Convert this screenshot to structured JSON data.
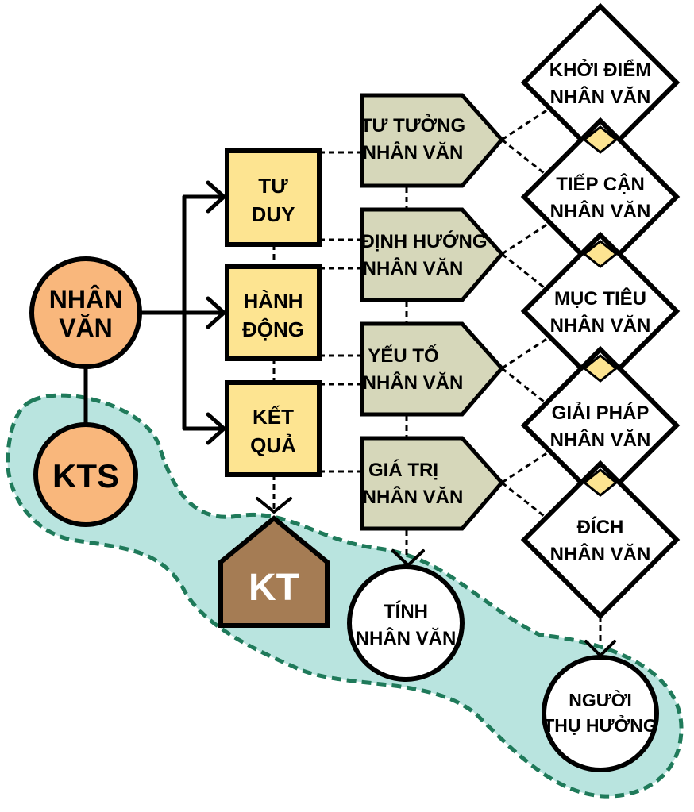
{
  "colors": {
    "background": "#ffffff",
    "region_fill": "#b9e4df",
    "region_border": "#1f7a5a",
    "circle_orange": "#f9b77c",
    "box_yellow": "#fde491",
    "pentagon_green": "#d6d7ba",
    "house_brown": "#a57c54",
    "diamond_small": "#fde491"
  },
  "nodes": {
    "nhan_van": [
      "NHÂN",
      "VĂN"
    ],
    "kts": "KTS",
    "kt": "KT",
    "boxes": [
      [
        "TƯ",
        "DUY"
      ],
      [
        "HÀNH",
        "ĐỘNG"
      ],
      [
        "KẾT",
        "QUẢ"
      ]
    ],
    "pentagons": [
      [
        "TƯ TƯỞNG",
        "NHÂN VĂN"
      ],
      [
        "ĐỊNH HƯỚNG",
        "NHÂN VĂN"
      ],
      [
        "YẾU TỐ",
        "NHÂN VĂN"
      ],
      [
        "GIÁ TRỊ",
        "NHÂN VĂN"
      ]
    ],
    "diamonds": [
      [
        "KHỞI ĐIỂM",
        "NHÂN VĂN"
      ],
      [
        "TIẾP CẬN",
        "NHÂN VĂN"
      ],
      [
        "MỤC TIÊU",
        "NHÂN VĂN"
      ],
      [
        "GIẢI PHÁP",
        "NHÂN VĂN"
      ],
      [
        "ĐÍCH",
        "NHÂN VĂN"
      ]
    ],
    "tinh_nhan_van": [
      "TÍNH",
      "NHÂN VĂN"
    ],
    "nguoi_thu_huong": [
      "NGƯỜI",
      "THỤ HƯỞNG"
    ]
  }
}
